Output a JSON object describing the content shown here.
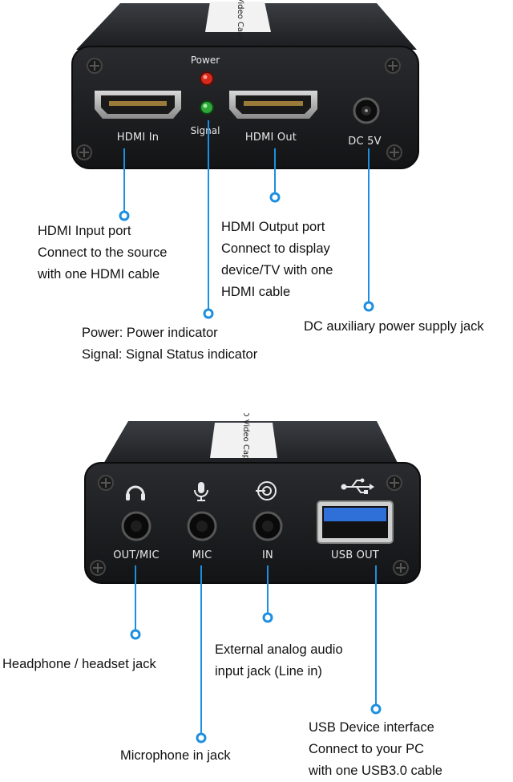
{
  "top_device": {
    "sticker_text": "HD Video Capture",
    "ports": {
      "hdmi_in": "HDMI In",
      "hdmi_out": "HDMI Out",
      "dc": "DC 5V"
    },
    "leds": {
      "power": "Power",
      "signal": "Signal"
    },
    "led_colors": {
      "power": "#d42a1e",
      "signal": "#2fa83a"
    }
  },
  "top_callouts": {
    "hdmi_input": {
      "line1": "HDMI Input port",
      "line2": "Connect to the source",
      "line3": "with one HDMI cable"
    },
    "hdmi_output": {
      "line1": "HDMI Output port",
      "line2": "Connect to display",
      "line3": "device/TV with one",
      "line4": "HDMI cable"
    },
    "indicators": {
      "line1": "Power: Power indicator",
      "line2": "Signal: Signal Status indicator"
    },
    "dc": {
      "line1": "DC auxiliary power supply jack"
    }
  },
  "bottom_device": {
    "sticker_text": "HD Video Capture",
    "ports": {
      "out_mic": "OUT/MIC",
      "mic": "MIC",
      "in": "IN",
      "usb_out": "USB OUT"
    },
    "icons": [
      "headphone-icon",
      "microphone-icon",
      "line-in-icon",
      "usb-icon"
    ],
    "usb_color": "#2f6fd8"
  },
  "bottom_callouts": {
    "headphone": {
      "line1": "Headphone / headset jack"
    },
    "microphone": {
      "line1": "Microphone in jack"
    },
    "line_in": {
      "line1": "External analog audio",
      "line2": "input jack (Line in)"
    },
    "usb": {
      "line1": "USB Device interface",
      "line2": "Connect to your PC",
      "line3": "with one USB3.0 cable"
    }
  },
  "accent_color": "#1d8fe0"
}
